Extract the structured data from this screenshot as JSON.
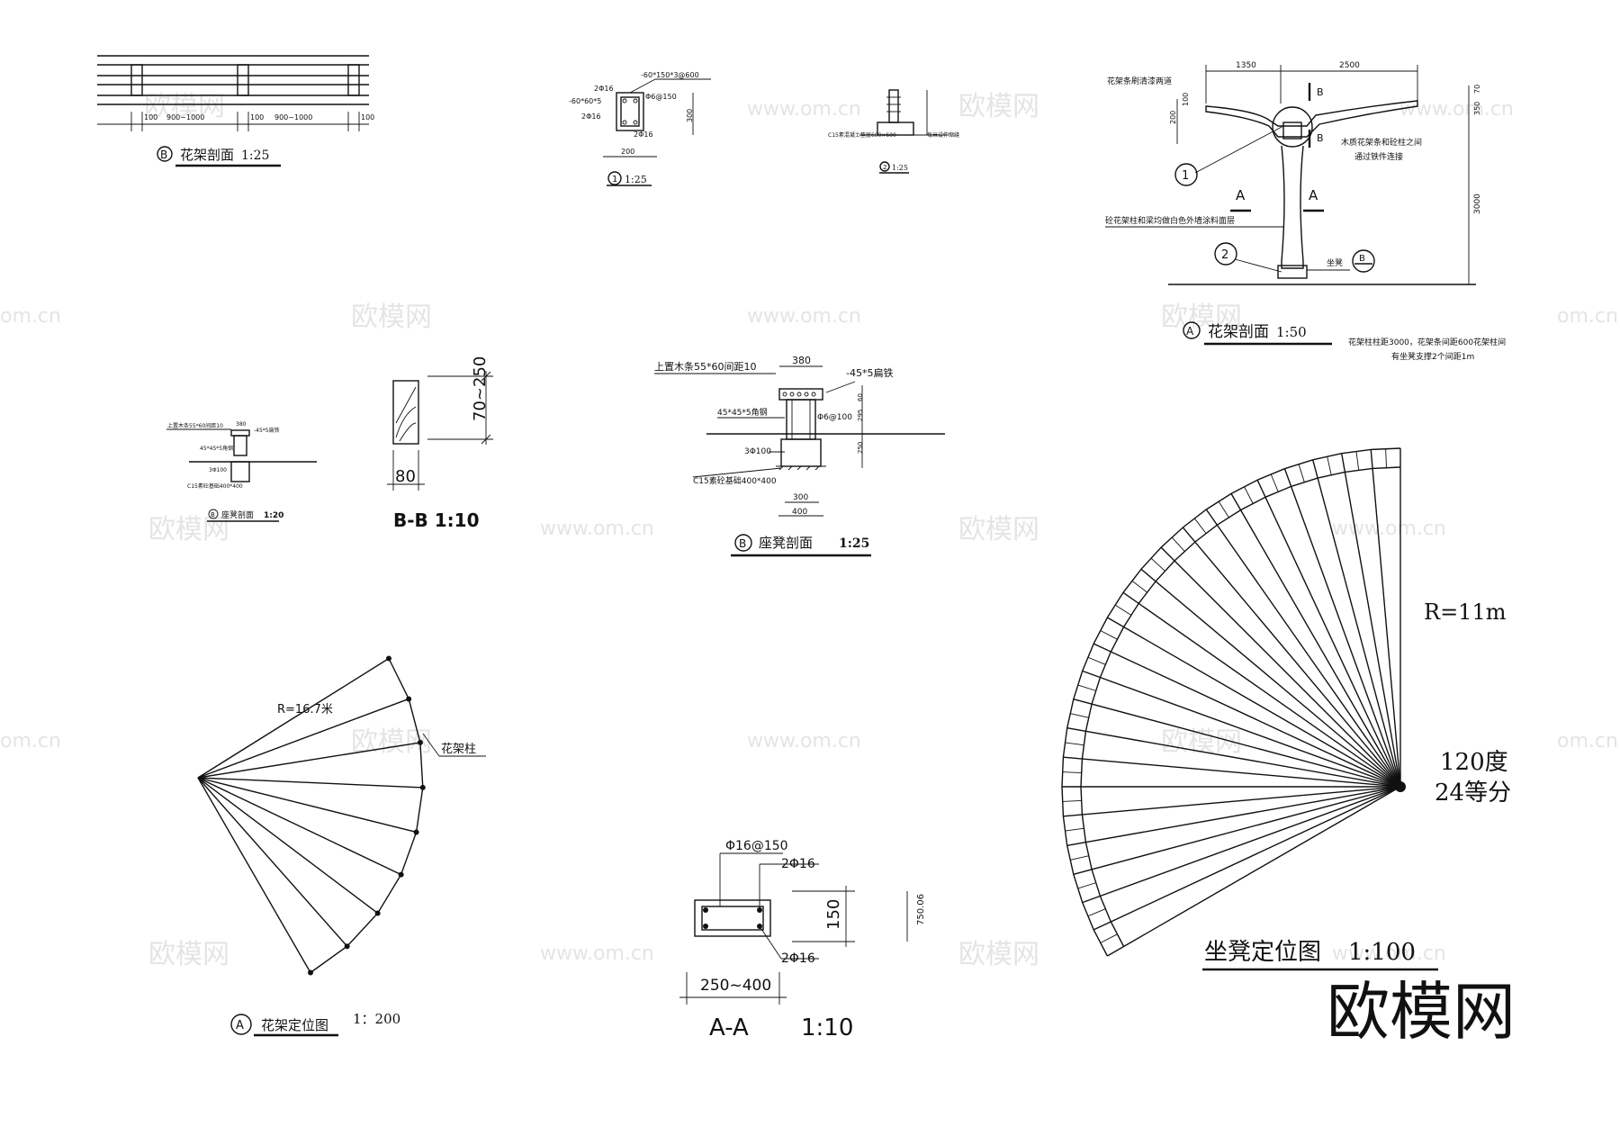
{
  "watermarks": {
    "cn": "欧模网",
    "url": "www.om.cn",
    "url_partial": "om.cn"
  },
  "brand_logo": "欧模网",
  "top_left": {
    "title_marker": "B",
    "title": "花架剖面",
    "scale": "1:25",
    "dim_100": "100",
    "dim_span": "900~1000"
  },
  "detail_1": {
    "rebar_top": "-60*150*3@600",
    "bar_a": "2Φ16",
    "plate": "-60*60*5",
    "stirrup": "Φ6@150",
    "bar_b": "2Φ16",
    "bar_c": "2Φ16",
    "dim_300": "300",
    "dim_200": "200",
    "marker": "1",
    "scale": "1:25"
  },
  "detail_2": {
    "note": "C15素混凝土垫层600×600",
    "note_r": "每米设伸缩缝",
    "marker": "2",
    "scale": "1:25"
  },
  "section_a": {
    "dim_1350": "1350",
    "dim_2500": "2500",
    "note_top": "花架条刷清漆两道",
    "dim_200": "200",
    "dim_100": "100",
    "dim_70": "70",
    "dim_350": "350",
    "dim_3000": "3000",
    "cut_b": "B",
    "note_mid1": "木质花架条和砼柱之间",
    "note_mid2": "通过铁件连接",
    "callout_1": "1",
    "callout_2": "2",
    "cut_a": "A",
    "note_col": "砼花架柱和梁均做白色外墙涂料面层",
    "bench_label": "坐凳",
    "title_marker": "A",
    "title": "花架剖面",
    "scale": "1:50",
    "note_r1": "花架柱柱距3000，花架条间距600花架柱间",
    "note_r2": "有坐凳支撑2个间距1m"
  },
  "small_bench": {
    "note1": "上置木条55*60间距10",
    "note2": "-45*5扁铁",
    "note3": "45*45*5角钢",
    "note4": "3Φ100",
    "note5": "C15素砼基础400*400",
    "dim_380": "380",
    "marker": "B",
    "title": "座凳剖面",
    "scale": "1:20"
  },
  "bb": {
    "dim_h": "70~250",
    "dim_w": "80",
    "title": "B-B 1:10"
  },
  "bench_section": {
    "note_top": "上置木条55*60间距10",
    "dim_380": "380",
    "note_flat": "-45*5扁铁",
    "note_angle": "45*45*5角钢",
    "stirrup": "Φ6@100",
    "bars": "3Φ100",
    "found": "C15素砼基础400*400",
    "dim_60": "60",
    "dim_295": "295",
    "dim_250": "250",
    "dim_300": "300",
    "dim_400": "400",
    "marker": "B",
    "title": "座凳剖面",
    "scale": "1:25"
  },
  "plan_a": {
    "radius": "R=16.7米",
    "column": "花架柱",
    "marker": "A",
    "title": "花架定位图",
    "scale": "1：200"
  },
  "aa": {
    "stirrup": "Φ16@150",
    "bar_top": "2Φ16",
    "bar_bot": "2Φ16",
    "dim_150": "150",
    "dim_750": "750.06",
    "dim_w": "250~400",
    "title": "A-A",
    "scale": "1:10"
  },
  "fan": {
    "radius": "R=11m",
    "angle": "120度",
    "divisions": "24等分",
    "title": "坐凳定位图",
    "scale": "1:100",
    "sweep_deg": 120,
    "segments": 24
  }
}
